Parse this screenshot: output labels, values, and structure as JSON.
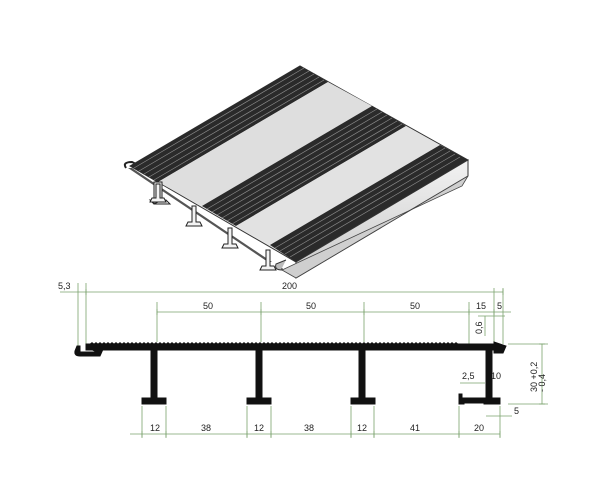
{
  "colors": {
    "profile": "#111111",
    "dimension_lines": "#7aa36d",
    "plank_top_light": "#e6e6e6",
    "plank_groove_dark": "#2a2a2a",
    "plank_side": "#d8d8d8"
  },
  "isometric_view": {
    "icon": "deck-board-isometric"
  },
  "dimensions": {
    "overall_width": "200",
    "left_offset": "5,3",
    "spacing_1": "50",
    "spacing_2": "50",
    "spacing_3": "50",
    "right_15": "15",
    "right_5": "5",
    "groove_depth": "0,6",
    "rib_thickness": "2,5",
    "clip_height": "10",
    "height_tol": "30 +0,2\n- 0,4",
    "height_line1": "30 +0,2",
    "height_line2": "- 0,4",
    "clip_5": "5",
    "bottom_12a": "12",
    "bottom_38a": "38",
    "bottom_12b": "12",
    "bottom_38b": "38",
    "bottom_12c": "12",
    "bottom_41": "41",
    "bottom_20": "20"
  }
}
